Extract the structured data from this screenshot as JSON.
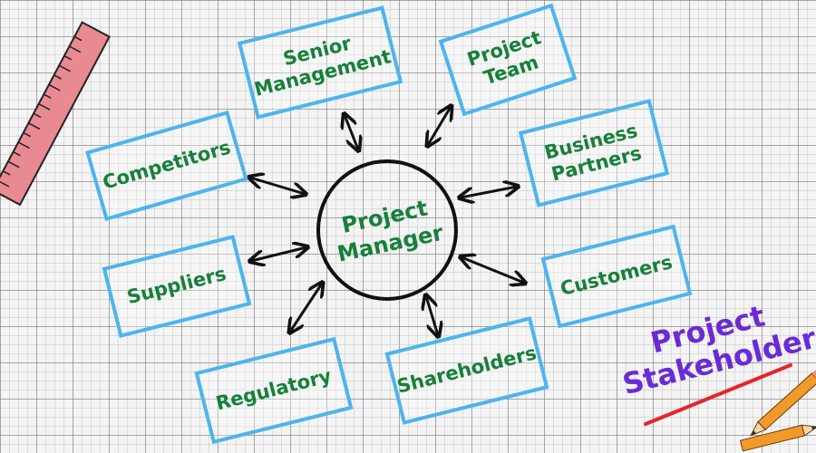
{
  "diagram": {
    "center": {
      "label": "Project\nManager"
    },
    "nodes": [
      {
        "id": "senior-management",
        "label": "Senior\nManagement"
      },
      {
        "id": "project-team",
        "label": "Project\nTeam"
      },
      {
        "id": "competitors",
        "label": "Competitors"
      },
      {
        "id": "business-partners",
        "label": "Business\nPartners"
      },
      {
        "id": "suppliers",
        "label": "Suppliers"
      },
      {
        "id": "customers",
        "label": "Customers"
      },
      {
        "id": "regulatory",
        "label": "Regulatory"
      },
      {
        "id": "shareholders",
        "label": "Shareholders"
      }
    ],
    "title": "Project\nStakeholders"
  },
  "colors": {
    "box_border": "#4db4ee",
    "label_text": "#16803a",
    "title_text": "#6a2bd6",
    "underline": "#e8232a",
    "circle": "#111111"
  }
}
